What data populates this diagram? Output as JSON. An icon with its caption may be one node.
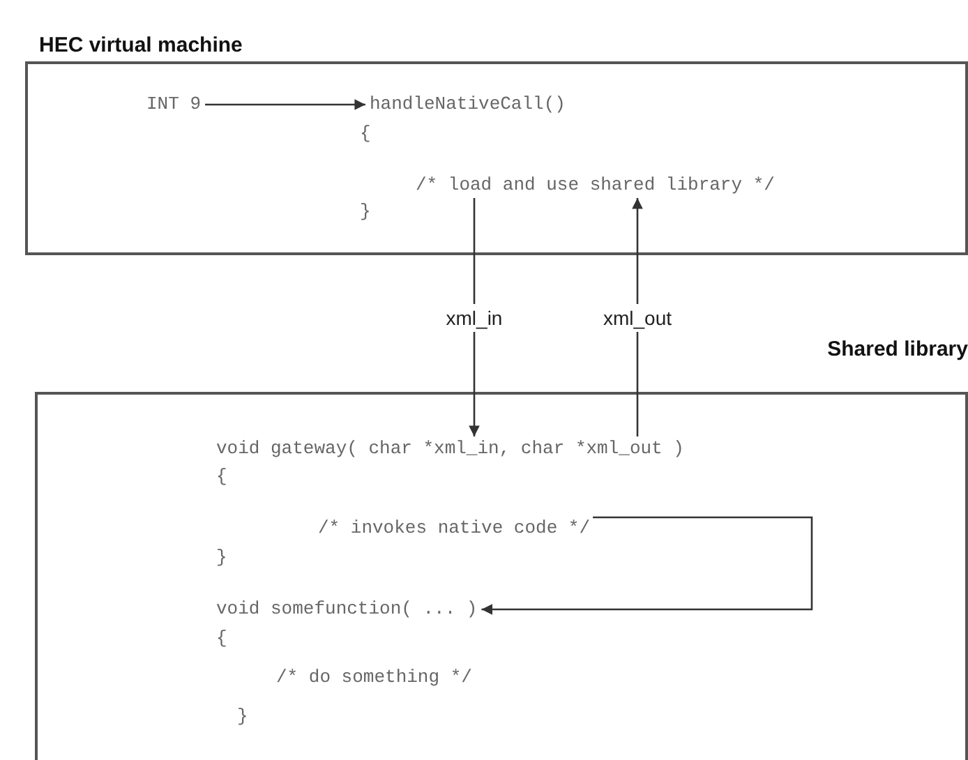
{
  "diagram": {
    "nodes": [
      {
        "text": [
          "HEC virtual machine"
        ]
      },
      {
        "text": [
          "INT 9"
        ],
        "in": 0
      },
      {
        "text": [
          "handleNativeCall()"
        ],
        "in": 0
      },
      {
        "text": [
          "/* load and use shared library */"
        ],
        "in": 0
      },
      {
        "text": [
          "Shared library"
        ]
      },
      {
        "text": [
          "void gateway( char *xml_in, char *xml_out )"
        ],
        "in": 4
      },
      {
        "text": [
          "/* invokes native code */"
        ],
        "in": 4
      },
      {
        "text": [
          "void somefunction( ... )"
        ],
        "in": 4
      }
    ],
    "edges": [
      {
        "from": 1,
        "to": 2,
        "arrow": "to"
      },
      {
        "from": 3,
        "to": 5,
        "arrow": "to",
        "label": "xml_in"
      },
      {
        "from": 5,
        "to": 3,
        "arrow": "to",
        "label": "xml_out"
      },
      {
        "from": 6,
        "to": 7,
        "arrow": "to"
      }
    ],
    "labels": [
      "{",
      "}",
      "{",
      "}",
      "{",
      "/* do something */",
      "}"
    ]
  }
}
